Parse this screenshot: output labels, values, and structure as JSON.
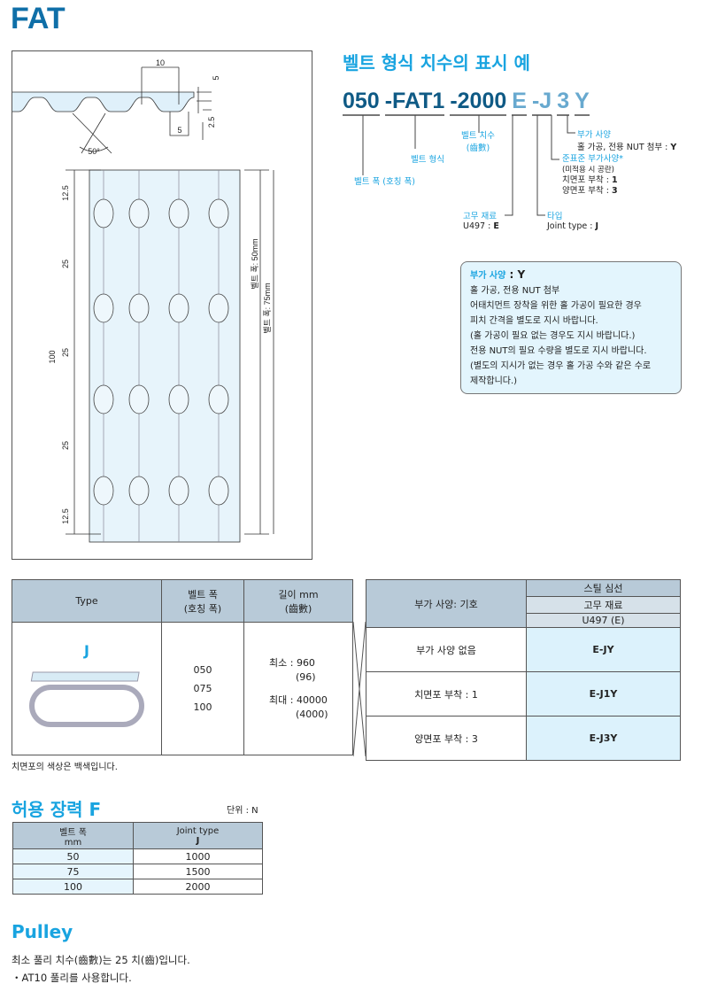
{
  "title": "FAT",
  "diagram": {
    "top_dims": {
      "pitch": "10",
      "tooth": "5",
      "height": "5",
      "depth": "2.5",
      "angle": "50°"
    },
    "left_dims": [
      "12.5",
      "25",
      "25",
      "25",
      "12.5"
    ],
    "total": "100",
    "width50": "벨트 폭: 50mm",
    "width75": "벨트 폭: 75mm"
  },
  "designation": {
    "heading": "벨트 형식 치수의 표시 예",
    "parts": [
      "050",
      "-FAT1",
      "-2000",
      "E",
      "-J",
      "3",
      "Y"
    ],
    "labels": {
      "width": "벨트 폭 (호칭 폭)",
      "type": "벨트 형식",
      "size": "벨트 치수",
      "size_sub": "(齒數)",
      "rubber": "고무 재료",
      "rubber_val": "U497 : ",
      "rubber_code": "E",
      "joint": "타입",
      "joint_val": "Joint type : ",
      "joint_code": "J",
      "semi": "준표준 부가사양*",
      "semi_sub": "(미적용 시 공란)",
      "semi_1": "치면포 부착 : ",
      "semi_1_code": "1",
      "semi_3": "양면포 부착 : ",
      "semi_3_code": "3",
      "option": "부가 사양",
      "option_val": "홀 가공, 전용 NUT 첨부 : ",
      "option_code": "Y"
    }
  },
  "note": {
    "title": "부가 사양",
    "code": " : Y",
    "lines": [
      "홀 가공, 전용 NUT 첨부",
      "어태치먼트 장착을 위한 홀 가공이 필요한 경우",
      "피치 간격을 별도로 지시 바랍니다.",
      "(홀 가공이 필요 없는 경우도 지시 바랍니다.)",
      "전용 NUT의 필요 수량을 별도로 지시 바랍니다.",
      "(별도의 지시가 없는 경우 홀 가공 수와 같은 수로",
      "제작합니다.)"
    ]
  },
  "spec_table": {
    "headers": {
      "type": "Type",
      "width": "벨트 폭",
      "width_sub": "(호칭 폭)",
      "length": "길이 mm",
      "length_sub": "(齒數)",
      "option": "부가 사양: 기호",
      "core": "스틸 심선",
      "rubber": "고무 재료",
      "rubber_val": "U497 (E)"
    },
    "type": "J",
    "widths": [
      "050",
      "075",
      "100"
    ],
    "min": "최소 : 960",
    "min_sub": "(96)",
    "max": "최대 : 40000",
    "max_sub": "(4000)",
    "rows": [
      {
        "option": "부가 사양 없음",
        "code": "E-JY"
      },
      {
        "option": "치면포 부착 : 1",
        "code": "E-J1Y"
      },
      {
        "option": "양면포 부착 : 3",
        "code": "E-J3Y"
      }
    ],
    "footnote": "치면포의 색상은 백색입니다."
  },
  "tension": {
    "heading": "허용 장력 F",
    "unit": "단위 : N",
    "headers": {
      "width": "벨트 폭",
      "width_sub": "mm",
      "joint": "Joint type",
      "joint_sub": "J"
    },
    "rows": [
      [
        "50",
        "1000"
      ],
      [
        "75",
        "1500"
      ],
      [
        "100",
        "2000"
      ]
    ]
  },
  "pulley": {
    "heading": "Pulley",
    "lines": [
      "최소 풀리 치수(齒數)는 25 치(齒)입니다.",
      "・AT10 풀리를 사용합니다."
    ]
  }
}
